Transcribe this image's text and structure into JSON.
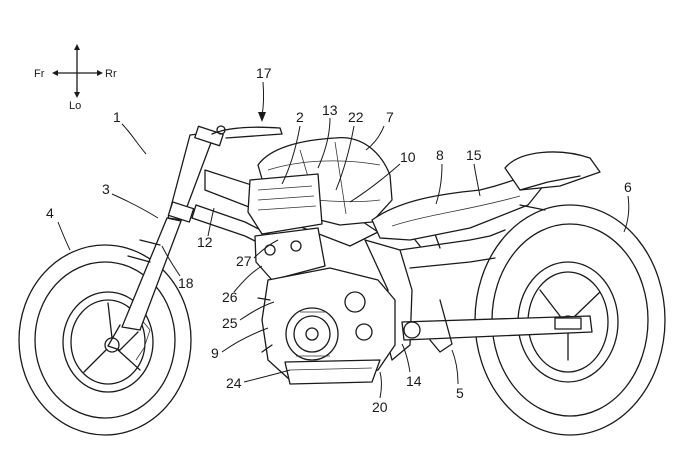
{
  "orientation": {
    "front": "Fr",
    "rear": "Rr",
    "lower": "Lo"
  },
  "callouts": [
    {
      "id": "c1",
      "text": "1"
    },
    {
      "id": "c2",
      "text": "2"
    },
    {
      "id": "c3",
      "text": "3"
    },
    {
      "id": "c4",
      "text": "4"
    },
    {
      "id": "c5",
      "text": "5"
    },
    {
      "id": "c6",
      "text": "6"
    },
    {
      "id": "c7",
      "text": "7"
    },
    {
      "id": "c8",
      "text": "8"
    },
    {
      "id": "c9",
      "text": "9"
    },
    {
      "id": "c10",
      "text": "10"
    },
    {
      "id": "c12",
      "text": "12"
    },
    {
      "id": "c13",
      "text": "13"
    },
    {
      "id": "c14",
      "text": "14"
    },
    {
      "id": "c15",
      "text": "15"
    },
    {
      "id": "c17",
      "text": "17"
    },
    {
      "id": "c18",
      "text": "18"
    },
    {
      "id": "c20",
      "text": "20"
    },
    {
      "id": "c22",
      "text": "22"
    },
    {
      "id": "c24",
      "text": "24"
    },
    {
      "id": "c25",
      "text": "25"
    },
    {
      "id": "c26",
      "text": "26"
    },
    {
      "id": "c27",
      "text": "27"
    }
  ]
}
